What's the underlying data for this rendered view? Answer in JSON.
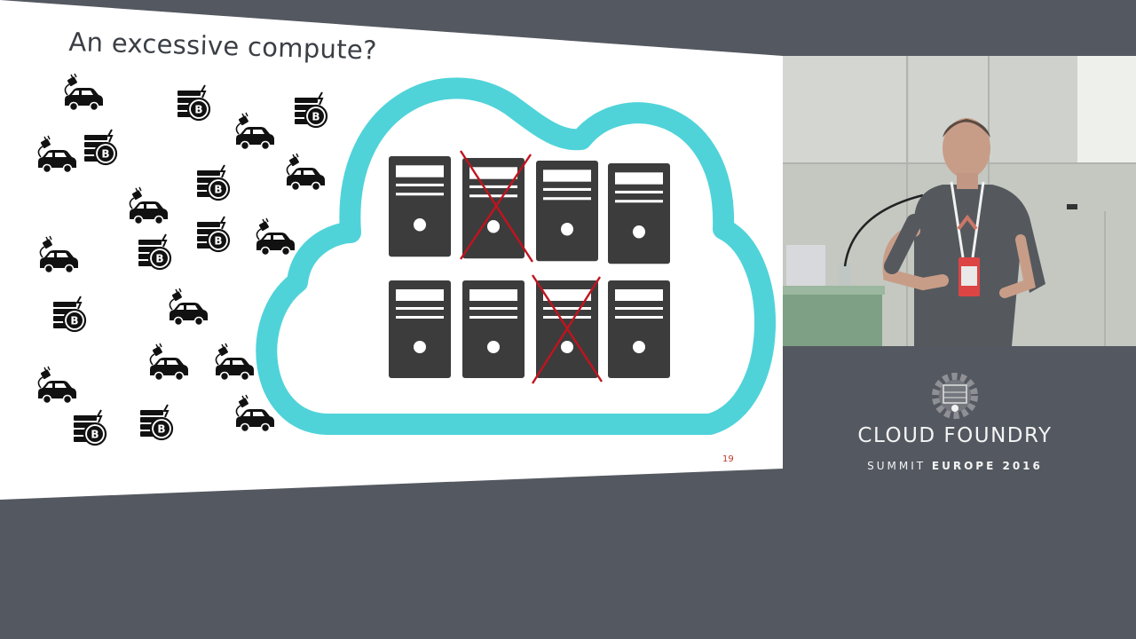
{
  "slide": {
    "title": "An excessive compute?",
    "page_number": "19"
  },
  "icons": {
    "car": "electric-car-icon",
    "coin": "bitcoin-mining-icon",
    "server": "server-tower-icon",
    "cloud": "cloud-icon"
  },
  "colors": {
    "cloud_outline": "#4fd3d9",
    "server": "#3c3c3c",
    "cross": "#c0141e",
    "background": "#545860",
    "slide": "#ffffff"
  },
  "servers": {
    "columns": 4,
    "rows": 2,
    "crossed": [
      [
        0,
        1
      ],
      [
        1,
        2
      ]
    ]
  },
  "branding": {
    "name_left": "CLOUD",
    "name_right": "FOUNDRY",
    "sub_left": "SUMMIT",
    "sub_right": "EUROPE 2016"
  }
}
